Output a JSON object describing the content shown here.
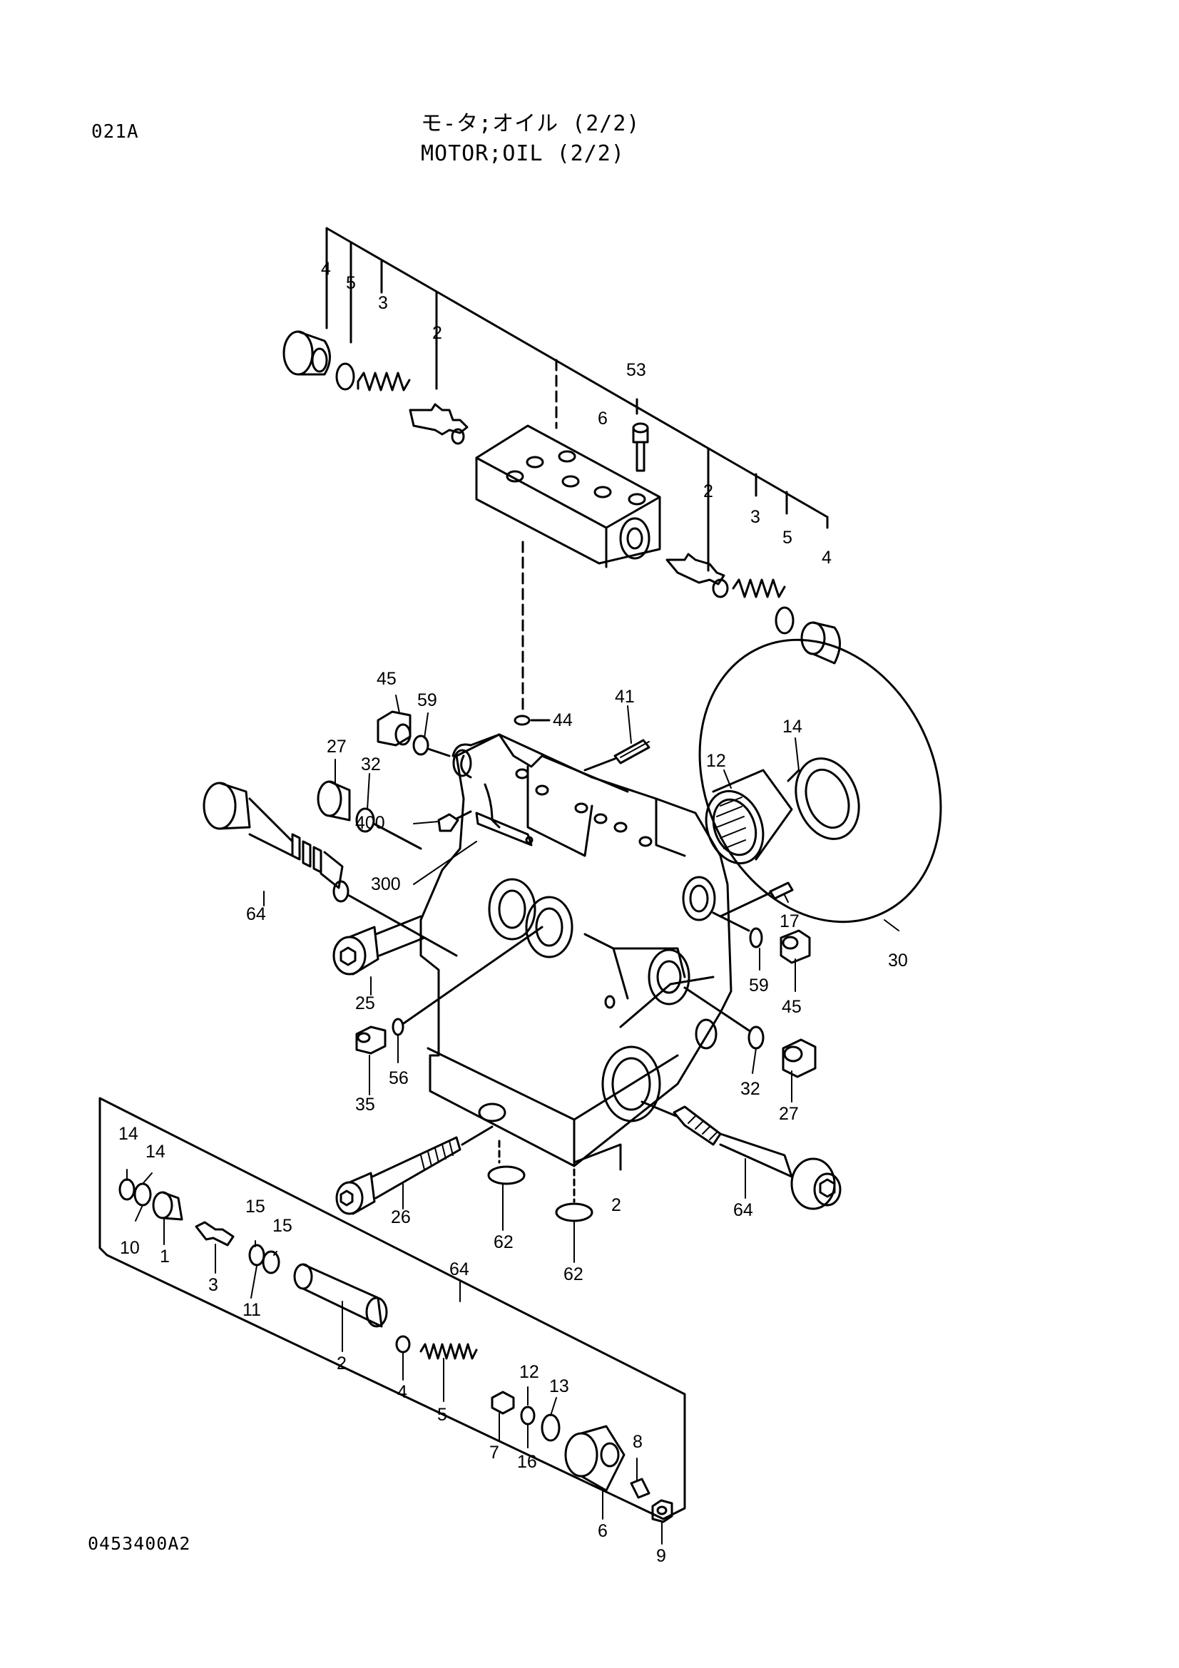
{
  "header": {
    "section_code": "021A",
    "title_jp": "モ-タ;オイル (2/2)",
    "title_en": "MOTOR;OIL (2/2)"
  },
  "footer": {
    "drawing_code": "0453400A2"
  },
  "callouts": {
    "top_left_plug": "4",
    "top_left_oring": "5",
    "top_left_spring": "3",
    "top_left_poppet": "2",
    "block_bolt_group": "53",
    "block_bolt": "6",
    "top_right_poppet": "2",
    "top_right_spring": "3",
    "top_right_oring": "5",
    "top_right_plug": "4",
    "plug_45_left": "45",
    "oring_59_left": "59",
    "oring_44": "44",
    "pin_41": "41",
    "plug_27_left": "27",
    "oring_32_left": "32",
    "bearing_14": "14",
    "bearing_12": "12",
    "bolt_400": "400",
    "plate_300": "300",
    "valve_64_left": "64",
    "pin_17": "17",
    "seal_30": "30",
    "oring_59_right": "59",
    "plug_45_right": "45",
    "bolt_25": "25",
    "oring_56": "56",
    "plug_35": "35",
    "oring_32_right": "32",
    "plug_27_right": "27",
    "bolt_26": "26",
    "oring_62_a": "62",
    "oring_62_b": "62",
    "casing_2": "2",
    "valve_64_right": "64",
    "sub_14_a": "14",
    "sub_14_b": "14",
    "sub_10": "10",
    "sub_1": "1",
    "sub_15_a": "15",
    "sub_15_b": "15",
    "sub_3": "3",
    "sub_11": "11",
    "sub_64": "64",
    "sub_2": "2",
    "sub_4": "4",
    "sub_5": "5",
    "sub_12": "12",
    "sub_13": "13",
    "sub_7": "7",
    "sub_16": "16",
    "sub_8": "8",
    "sub_6": "6",
    "sub_9": "9"
  }
}
